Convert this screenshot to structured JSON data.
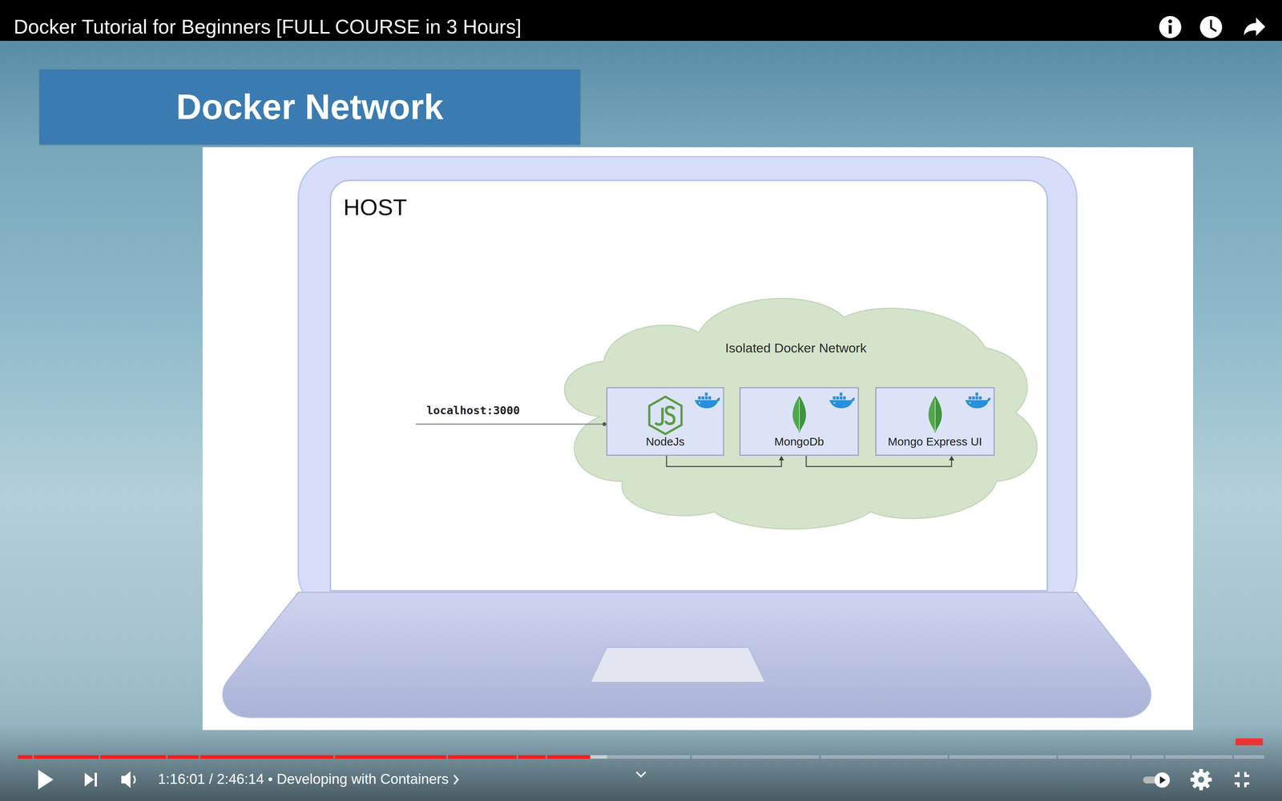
{
  "diagram": {
    "title": "Docker Network",
    "nodes": [
      {
        "text": [
          "HOST"
        ]
      },
      {
        "text": [
          "Isolated Docker Network"
        ],
        "in": 0
      },
      {
        "text": [
          "NodeJs"
        ],
        "in": 1
      },
      {
        "text": [
          "MongoDb"
        ],
        "in": 1
      },
      {
        "text": [
          "Mongo Express UI"
        ],
        "in": 1
      }
    ],
    "edges": [
      {
        "from": 2,
        "to": 3,
        "arrow": "to"
      },
      {
        "from": 3,
        "to": 4,
        "arrow": "to"
      }
    ],
    "labels": [
      "Docker Tutorial for Beginners [FULL COURSE in 3 Hours]",
      "localhost:3000",
      "1:16:01 / 2:46:14 • Developing with Containers"
    ]
  }
}
